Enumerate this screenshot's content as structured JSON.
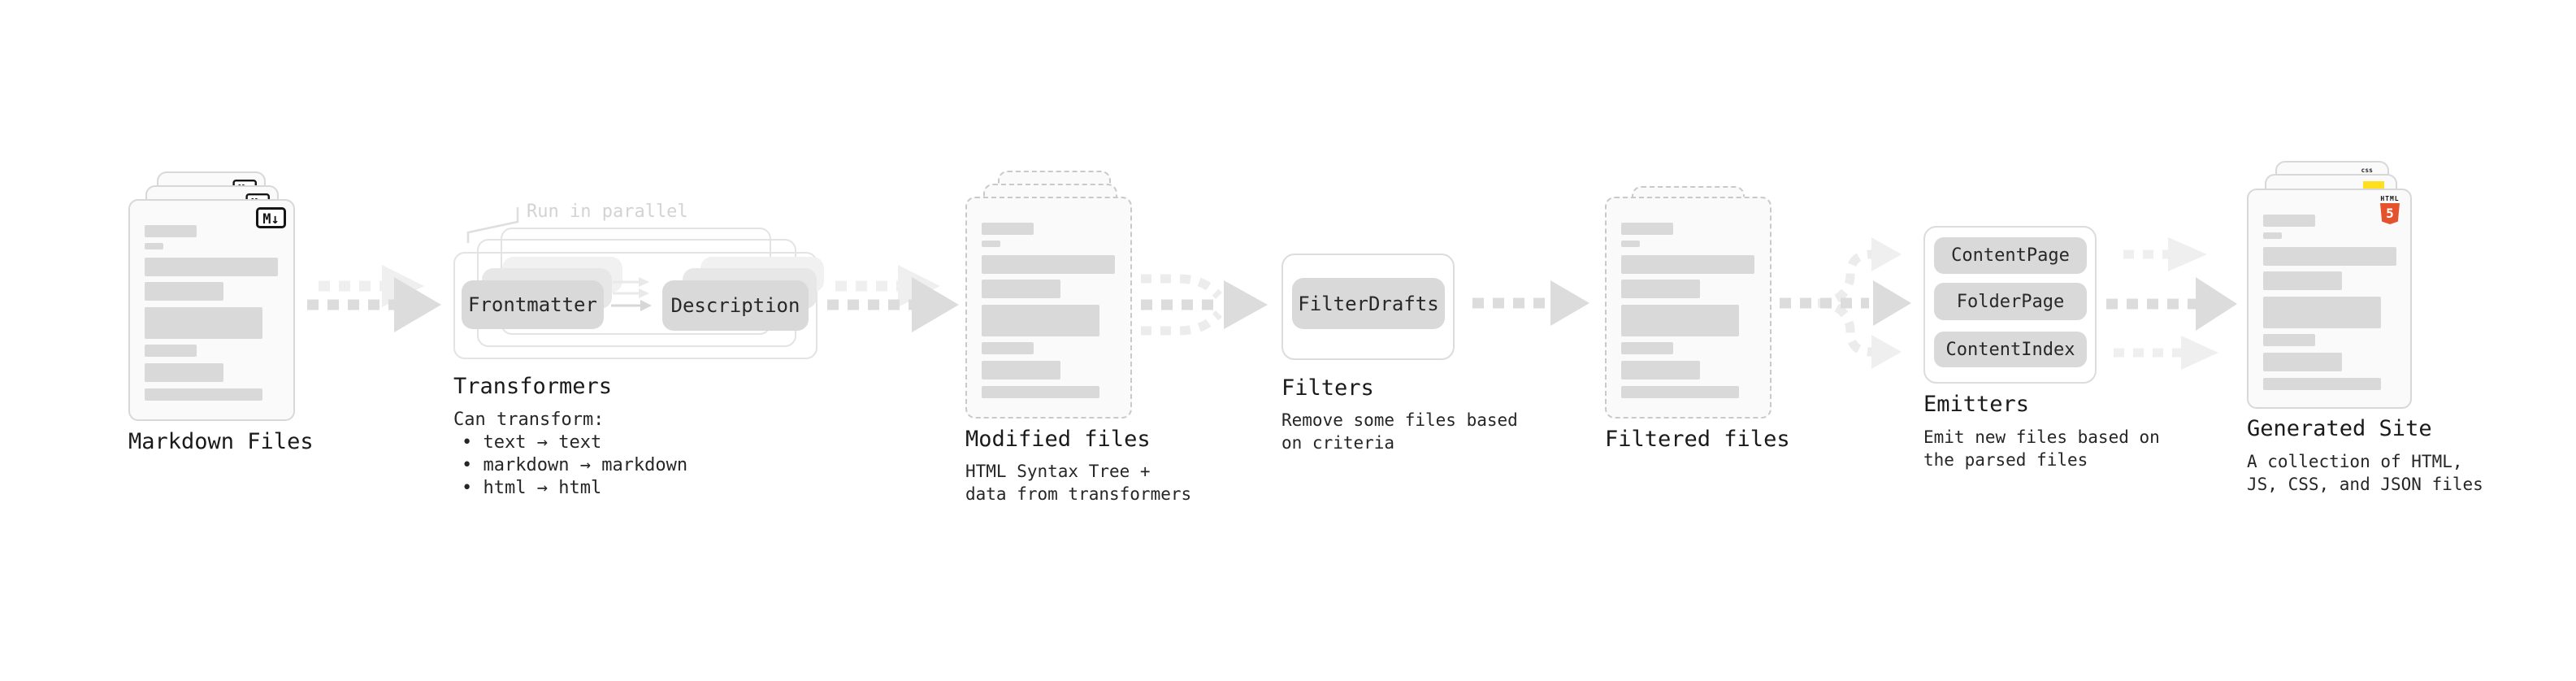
{
  "icons": {
    "markdown": "M↓",
    "html5_word": "HTML",
    "html5_number": "5",
    "css_word": "css"
  },
  "stages": {
    "markdown": {
      "label": "Markdown Files"
    },
    "transformers": {
      "label": "Transformers",
      "note": "Run in parallel",
      "desc_title": "Can transform:",
      "bullets": [
        "text → text",
        "markdown → markdown",
        "html → html"
      ],
      "buttons": [
        "Frontmatter",
        "Description"
      ]
    },
    "modified": {
      "label": "Modified files",
      "desc": "HTML Syntax Tree +\ndata from transformers"
    },
    "filters": {
      "label": "Filters",
      "desc": "Remove some files based\non criteria",
      "buttons": [
        "FilterDrafts"
      ]
    },
    "filtered": {
      "label": "Filtered files"
    },
    "emitters": {
      "label": "Emitters",
      "desc": "Emit new files based on\nthe parsed files",
      "buttons": [
        "ContentPage",
        "FolderPage",
        "ContentIndex"
      ]
    },
    "generated": {
      "label": "Generated Site",
      "desc": "A collection of HTML,\nJS, CSS, and JSON files"
    }
  },
  "colors": {
    "background": "#ffffff",
    "card_bg": "#fafafa",
    "card_border": "#d8d8d8",
    "dashed_border": "#c9c9c9",
    "skeleton": "#d9d9d9",
    "pill_bg": "#d9d9d9",
    "arrow_dark": "#dcdcdc",
    "arrow_light": "#efefef",
    "text": "#1a1a1a",
    "note": "#d3d3d3",
    "html5_orange": "#e5532d",
    "js_yellow": "#ffdf1e",
    "css_blue": "#2f6fe4"
  }
}
